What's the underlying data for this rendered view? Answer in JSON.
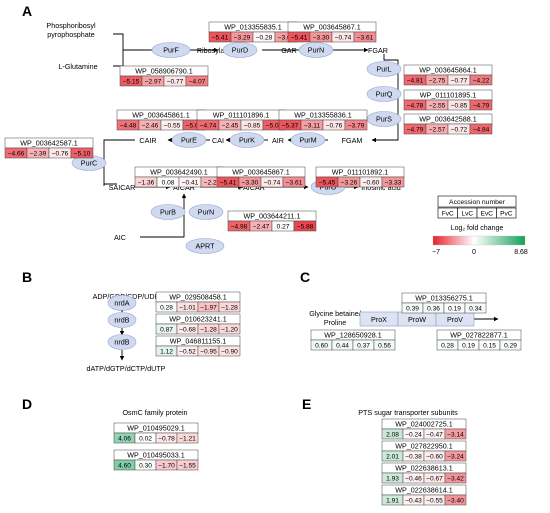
{
  "panels": {
    "A": "A",
    "B": "B",
    "C": "C",
    "D": "D",
    "E": "E"
  },
  "colors": {
    "low": "#e8222b",
    "mid": "#ffffff",
    "high": "#14a05a",
    "ellipse": "#cfd9ef",
    "ellipse_stroke": "#9aa9cf",
    "box_fill": "#dde3f3",
    "box_stroke": "#8f9cc0"
  },
  "legend": {
    "title": "Accession number",
    "conditions": [
      "FvC",
      "LvC",
      "EvC",
      "PvC"
    ],
    "subtitle": "Log₂ fold change",
    "min": -7,
    "mid": 0,
    "max": 8.68,
    "min_label": "−7",
    "mid_label": "0",
    "max_label": "8.68"
  },
  "metabolites": {
    "prpp_1": "Phosphoribosyl",
    "prpp_2": "pyrophosphate",
    "glutamine": "L-Glutamine",
    "ribosylamine": "Ribosylamie-5P",
    "gar": "GAR",
    "fgar": "FGAR",
    "fgam": "FGAM",
    "air": "AIR",
    "cai": "CAI",
    "cair": "CAIR",
    "saicar": "SAICAR",
    "aicar": "AICAR",
    "faicar": "FAICAR",
    "inosinic": "Inosinic acid",
    "aic": "AIC",
    "adp": "ADP/GDP/CDP/UDP",
    "datp": "dATP/dGTP/dCTP/dUTP",
    "glycine_1": "Glycine betaine/",
    "glycine_2": "Proline"
  },
  "titles": {
    "osmc": "OsmC family protein",
    "pts": "PTS sugar transporter subunits"
  },
  "enzymes": {
    "purF": "PurF",
    "purD": "PurD",
    "purN1": "PurN",
    "purL": "PurL",
    "purQ": "PurQ",
    "purS": "PurS",
    "purM": "PurM",
    "purK": "PurK",
    "purE": "PurE",
    "purC": "PurC",
    "purB": "PurB",
    "purN2": "PurN",
    "purO": "PurO",
    "aprt": "APRT",
    "nrdA": "nrdA",
    "nrdB1": "nrdB",
    "nrdB2": "nrdB",
    "proX": "ProX",
    "proW": "ProW",
    "proV": "ProV"
  },
  "genes": [
    {
      "id": "purF_a",
      "acc": "WP_013355835.1",
      "values": [
        -5.41,
        -3.29,
        -0.28,
        -3.07
      ]
    },
    {
      "id": "purF_b",
      "acc": "WP_058906790.1",
      "values": [
        -5.15,
        -2.97,
        -0.77,
        -4.07
      ]
    },
    {
      "id": "purD",
      "acc": "WP_003645867.1",
      "values": [
        -5.41,
        -3.3,
        -0.74,
        -3.61
      ]
    },
    {
      "id": "purL",
      "acc": "WP_003645864.1",
      "values": [
        -4.81,
        -2.75,
        -0.77,
        -4.22
      ]
    },
    {
      "id": "purQ",
      "acc": "WP_011101895.1",
      "values": [
        -4.78,
        -2.55,
        -0.85,
        -4.79
      ]
    },
    {
      "id": "purS",
      "acc": "WP_003642588.1",
      "values": [
        -4.79,
        -2.57,
        -0.72,
        -4.84
      ]
    },
    {
      "id": "purE",
      "acc": "WP_003645861.1",
      "values": [
        -4.48,
        -2.46,
        -0.55,
        -5.04
      ]
    },
    {
      "id": "purK",
      "acc": "WP_011101896.1",
      "values": [
        -4.74,
        -2.45,
        -0.85,
        -5.08
      ]
    },
    {
      "id": "purM",
      "acc": "WP_013355836.1",
      "values": [
        -5.37,
        -3.11,
        -0.76,
        -3.79
      ]
    },
    {
      "id": "purC",
      "acc": "WP_003642587.1",
      "values": [
        -4.66,
        -2.39,
        -0.76,
        -5.1
      ]
    },
    {
      "id": "purB",
      "acc": "WP_003642490.1",
      "values": [
        -1.36,
        0.08,
        -0.41,
        -2.23
      ]
    },
    {
      "id": "purN2",
      "acc": "WP_003645867.1",
      "values": [
        -5.41,
        -3.3,
        -0.74,
        -3.61
      ]
    },
    {
      "id": "purO",
      "acc": "WP_011101892.1",
      "values": [
        -5.45,
        -3.26,
        -0.6,
        -3.33
      ]
    },
    {
      "id": "aprt",
      "acc": "WP_003644211.1",
      "values": [
        -4.98,
        -2.47,
        0.27,
        -5.88
      ]
    },
    {
      "id": "nrdA",
      "acc": "WP_029508458.1",
      "values": [
        0.28,
        -1.01,
        -1.97,
        -1.28
      ]
    },
    {
      "id": "nrdB1",
      "acc": "WP_010623241.1",
      "values": [
        0.87,
        -0.68,
        -1.28,
        -1.2
      ]
    },
    {
      "id": "nrdB2",
      "acc": "WP_046811155.1",
      "values": [
        1.12,
        -0.52,
        -0.95,
        -0.9
      ]
    },
    {
      "id": "proW",
      "acc": "WP_013356275.1",
      "values": [
        0.39,
        0.36,
        0.19,
        0.34
      ]
    },
    {
      "id": "proX",
      "acc": "WP_128650928.1",
      "values": [
        0.6,
        0.44,
        0.37,
        0.56
      ]
    },
    {
      "id": "proV",
      "acc": "WP_027822877.1",
      "values": [
        0.28,
        0.19,
        0.15,
        0.29
      ]
    },
    {
      "id": "osmc1",
      "acc": "WP_010495029.1",
      "values": [
        4.06,
        0.02,
        -0.78,
        -1.21
      ]
    },
    {
      "id": "osmc2",
      "acc": "WP_010495033.1",
      "values": [
        4.6,
        0.3,
        -1.7,
        -1.55
      ]
    },
    {
      "id": "pts1",
      "acc": "WP_024002725.1",
      "values": [
        2.08,
        -0.24,
        -0.47,
        -3.14
      ]
    },
    {
      "id": "pts2",
      "acc": "WP_027822950.1",
      "values": [
        2.01,
        -0.38,
        -0.6,
        -3.24
      ]
    },
    {
      "id": "pts3",
      "acc": "WP_022638613.1",
      "values": [
        1.93,
        -0.46,
        -0.67,
        -3.42
      ]
    },
    {
      "id": "pts4",
      "acc": "WP_022638614.1",
      "values": [
        1.91,
        -0.43,
        -0.55,
        -3.4
      ]
    }
  ]
}
